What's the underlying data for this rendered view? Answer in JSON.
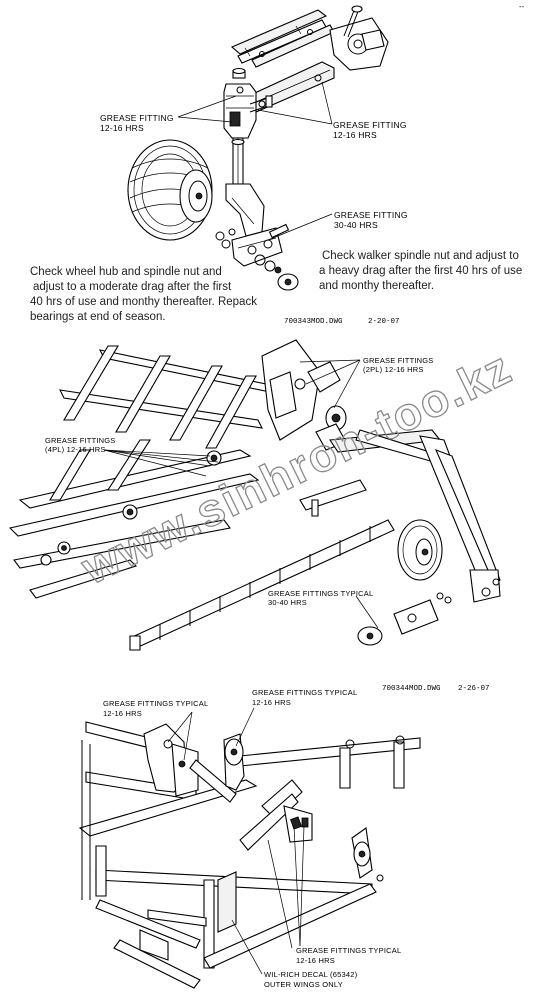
{
  "corner_mark": "--",
  "watermark": "www.sinhron-too.kz",
  "panel_top": {
    "callouts": [
      {
        "line1": "GREASE FITTING",
        "line2": "12-16 HRS"
      },
      {
        "line1": "GREASE FITTING",
        "line2": "12-16 HRS"
      },
      {
        "line1": "GREASE FITTING",
        "line2": "30-40 HRS"
      }
    ],
    "note_left": [
      "Check wheel hub and spindle nut and",
      "adjust to a moderate drag after the first",
      "40 hrs of use and monthy thereafter. Repack",
      "bearings at end of season."
    ],
    "note_right": [
      "Check walker spindle nut and adjust to",
      "a heavy drag after the first 40 hrs of use",
      "and monthy thereafter."
    ],
    "drawing_id": "700343MOD.DWG",
    "drawing_date": "2-20-07"
  },
  "panel_middle": {
    "callouts": [
      {
        "line1": "GREASE FITTINGS",
        "line2": "(2PL) 12-16 HRS"
      },
      {
        "line1": "GREASE FITTINGS",
        "line2": "(4PL) 12-16 HRS"
      },
      {
        "line1": "GREASE FITTINGS TYPICAL",
        "line2": "30-40 HRS"
      }
    ],
    "drawing_id": "700344MOD.DWG",
    "drawing_date": "2-26-07"
  },
  "panel_bottom": {
    "callouts": [
      {
        "line1": "GREASE FITTINGS TYPICAL",
        "line2": "12-16 HRS"
      },
      {
        "line1": "GREASE FITTINGS TYPICAL",
        "line2": "12-16 HRS"
      },
      {
        "line1": "GREASE FITTINGS TYPICAL",
        "line2": "12-16 HRS"
      }
    ],
    "decal_line1": "WIL-RICH DECAL (65342)",
    "decal_line2": "OUTER WINGS ONLY"
  }
}
